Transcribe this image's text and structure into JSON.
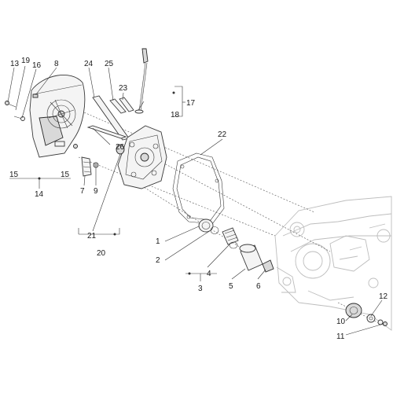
{
  "diagram": {
    "callouts": [
      {
        "id": "c13",
        "text": "13"
      },
      {
        "id": "c19",
        "text": "19"
      },
      {
        "id": "c16",
        "text": "16"
      },
      {
        "id": "c8",
        "text": "8"
      },
      {
        "id": "c24",
        "text": "24"
      },
      {
        "id": "c25",
        "text": "25"
      },
      {
        "id": "c23",
        "text": "23"
      },
      {
        "id": "c17",
        "text": "17"
      },
      {
        "id": "c18",
        "text": "18"
      },
      {
        "id": "c26",
        "text": "26"
      },
      {
        "id": "c22",
        "text": "22"
      },
      {
        "id": "c15a",
        "text": "15"
      },
      {
        "id": "c15b",
        "text": "15"
      },
      {
        "id": "c14",
        "text": "14"
      },
      {
        "id": "c7",
        "text": "7"
      },
      {
        "id": "c9",
        "text": "9"
      },
      {
        "id": "c21",
        "text": "21"
      },
      {
        "id": "c20",
        "text": "20"
      },
      {
        "id": "c1",
        "text": "1"
      },
      {
        "id": "c2",
        "text": "2"
      },
      {
        "id": "c4",
        "text": "4"
      },
      {
        "id": "c3",
        "text": "3"
      },
      {
        "id": "c5",
        "text": "5"
      },
      {
        "id": "c6",
        "text": "6"
      },
      {
        "id": "c12",
        "text": "12"
      },
      {
        "id": "c10",
        "text": "10"
      },
      {
        "id": "c11",
        "text": "11"
      }
    ]
  }
}
